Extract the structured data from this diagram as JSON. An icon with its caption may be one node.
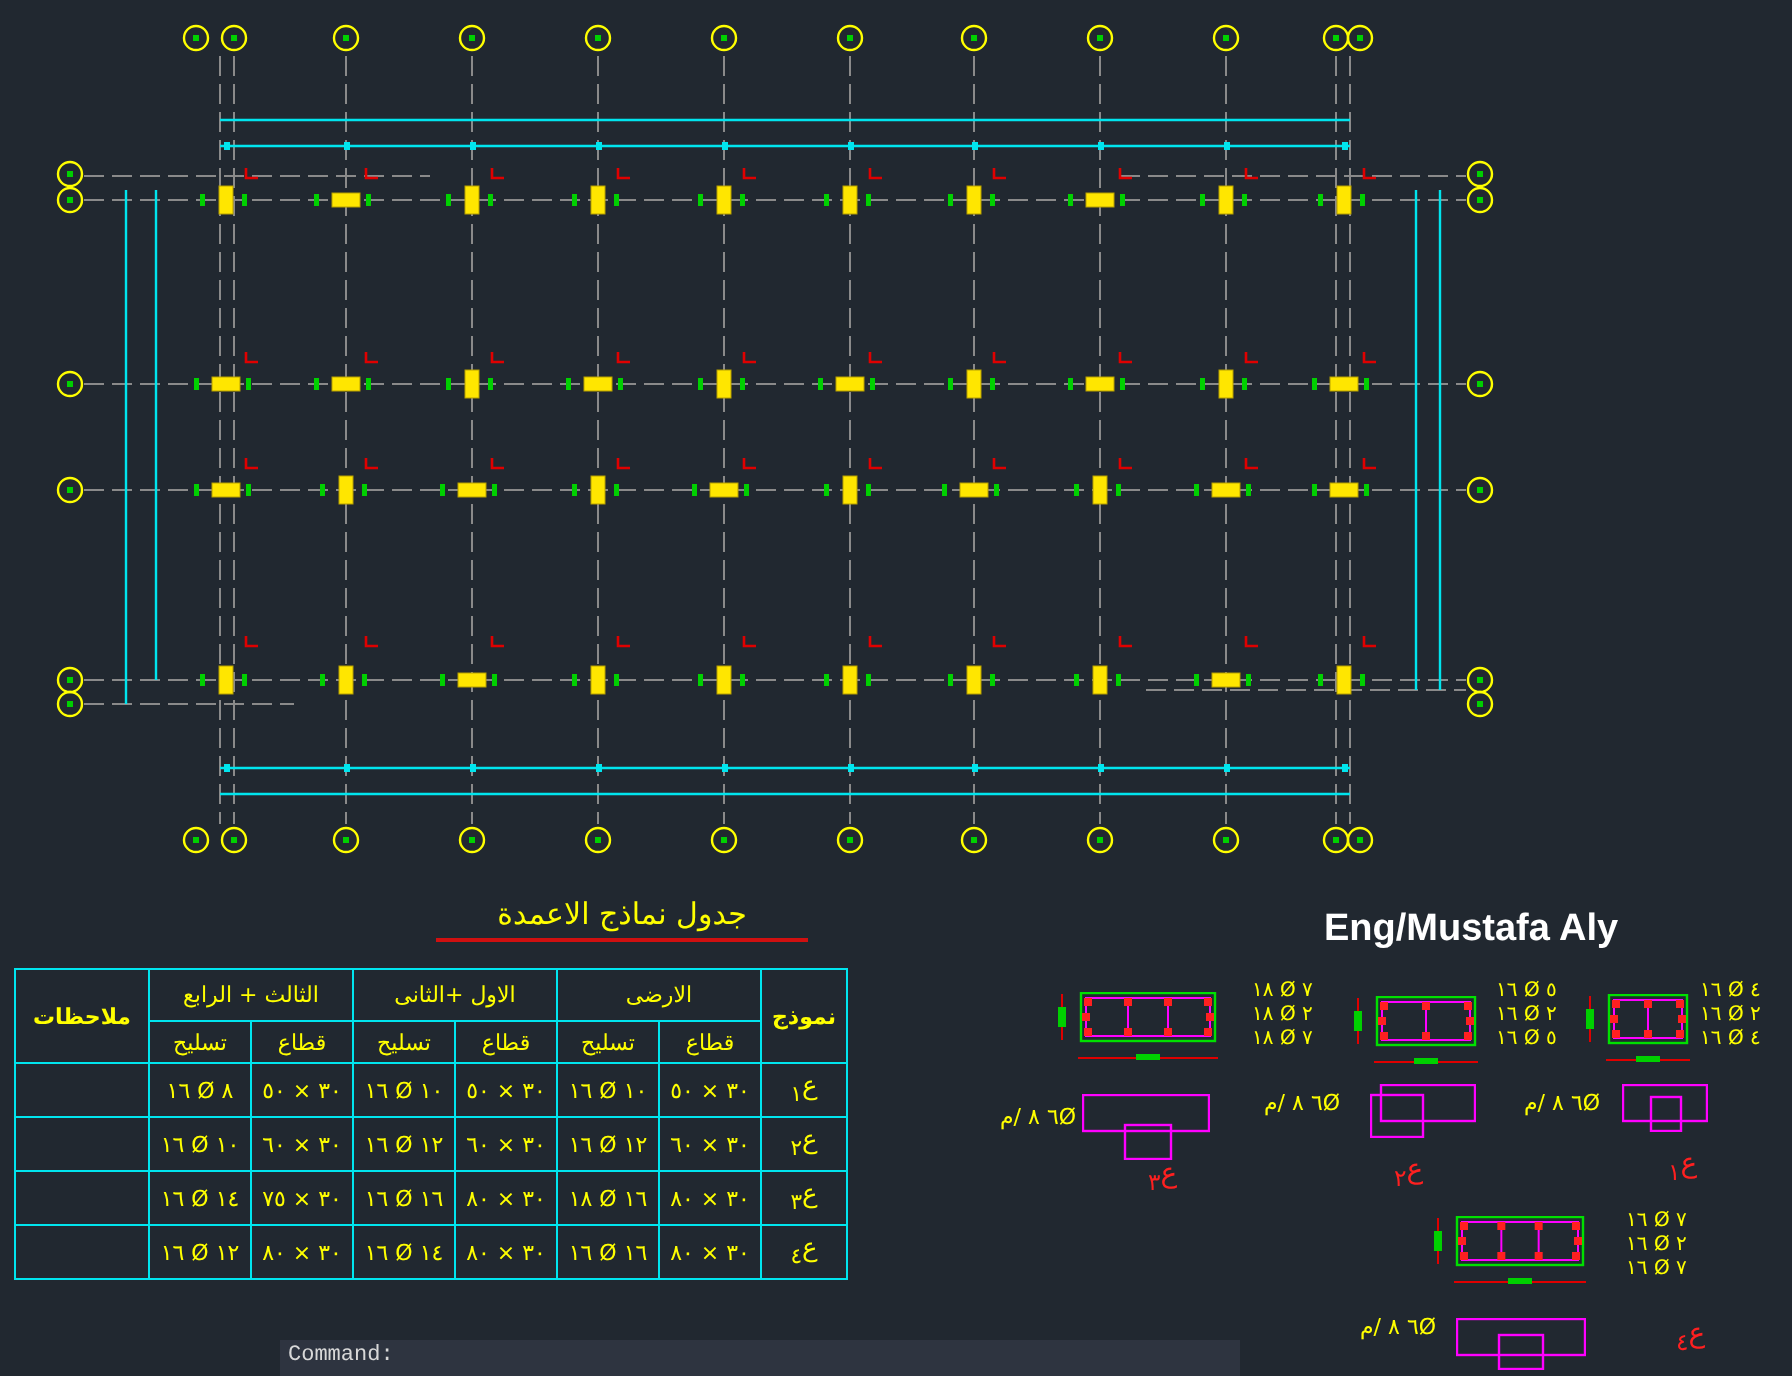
{
  "diagram": {
    "title": "جدول نماذج الاعمدة",
    "labels": [
      "Eng/Mustafa Aly",
      "نموذج",
      "الارضى",
      "الاول +الثانى",
      "الثالث + الرابع",
      "ملاحظات",
      "قطاع",
      "تسليح",
      "قطاع",
      "تسليح",
      "قطاع",
      "تسليح",
      "ع$_{١}$",
      "٣٠ × ٥٠",
      "١٠ Ø ١٦",
      "٣٠ × ٥٠",
      "١٠ Ø ١٦",
      "٣٠ × ٥٠",
      "٨ Ø ١٦",
      "ع$_{٢}$",
      "٣٠ × ٦٠",
      "١٢ Ø ١٦",
      "٣٠ × ٦٠",
      "١٢ Ø ١٦",
      "٣٠ × ٦٠",
      "١٠ Ø ١٦",
      "ع$_{٣}$",
      "٣٠ × ٨٠",
      "١٦ Ø ١٨",
      "٣٠ × ٨٠",
      "١٦ Ø ١٦",
      "٣٠ × ٧٥",
      "١٤ Ø ١٦",
      "ع$_{٤}$",
      "٣٠ × ٨٠",
      "١٦ Ø ١٦",
      "٣٠ × ٨٠",
      "١٤ Ø ١٦",
      "٣٠ × ٨٠",
      "١٢ Ø ١٦",
      "٧ Ø ١٨",
      "٢ Ø ١٨",
      "٧ Ø ١٨",
      "٦Ø ٨ /م",
      "ع$_{٣}$",
      "٥ Ø ١٦",
      "٢ Ø ١٦",
      "٥ Ø ١٦",
      "٦Ø ٨ /م",
      "ع$_{٢}$",
      "٤ Ø ١٦",
      "٢ Ø ١٦",
      "٤ Ø ١٦",
      "٦Ø ٨ /م",
      "ع$_{١}$",
      "٧ Ø ١٦",
      "٢ Ø ١٦",
      "٧ Ø ١٦",
      "٦Ø ٨ /م",
      "ع$_{٤}$",
      "Command:"
    ]
  }
}
